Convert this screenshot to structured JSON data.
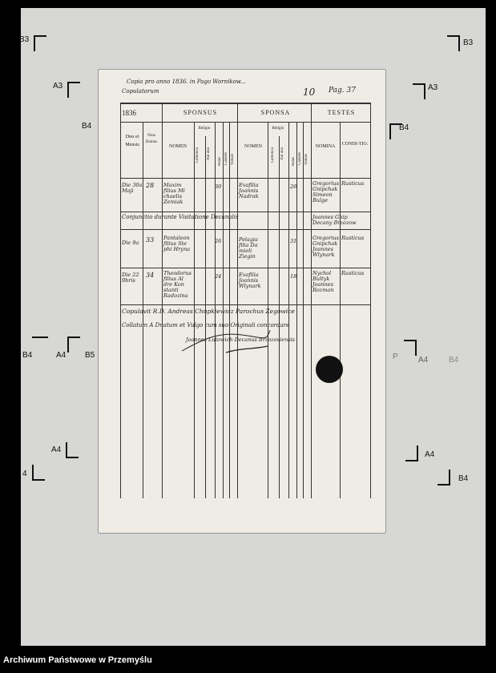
{
  "document": {
    "header_note": "Copia pro anno 1836. in Pago Wornikow...",
    "header_note2": "Copulatorum",
    "page_number": "10",
    "pag_label": "Pag. 37",
    "year": "1836",
    "section_sponsus": "SPONSUS",
    "section_sponsa": "SPONSA",
    "section_testes": "TESTES",
    "col_dies": "Dies et Mensis",
    "col_nrus": "Nrus Domus",
    "col_nomen_sponsus": "NOMEN",
    "col_religio": "Religio",
    "col_catholica": "Catholica",
    "col_aut_alia": "Aut alia",
    "col_aetas": "Aetas",
    "col_caelebs": "Caelebs",
    "col_viduus": "Viduus",
    "col_nomen_sponsa": "NOMEN",
    "col_aut_alia2": "Aut alia",
    "col_nomina": "NOMINA",
    "col_conditio": "CONDI-TIO."
  },
  "records": [
    {
      "dies": "Die 30a Maji",
      "nrus": "28",
      "sponsus": "Maxim filius Mi chaelis Zemiak",
      "aetas_sponsus": "30",
      "sponsa": "Evafilia Joannis Nadrak",
      "aetas_sponsa": "26",
      "testes": "Gregorius Gnipchak Simeon Bulge",
      "conditio": "Rusticus"
    },
    {
      "dies": "",
      "nrus": "",
      "sponsus": "Conjunctio durante Visitatione Decanalis",
      "aetas_sponsus": "",
      "sponsa": "",
      "aetas_sponsa": "",
      "testes": "Joannes Gnip Decany Brzozow",
      "conditio": ""
    },
    {
      "dies": "Die 9a",
      "nrus": "33",
      "sponsus": "Pantaleon filius Ste phi Hryna",
      "aetas_sponsus": "26",
      "sponsa": "Pelagia filia Da mieli Ziegin",
      "aetas_sponsa": "31",
      "testes": "Gregorius Gnipchak Joannes Wlynark",
      "conditio": "Rusticus"
    },
    {
      "dies": "Die 22 9bris",
      "nrus": "34",
      "sponsus": "Theodorus filius Al dre Kon stanti Radozina",
      "aetas_sponsus": "24",
      "sponsa": "Evafilia Joannis Wlynark",
      "aetas_sponsa": "18",
      "testes": "Nychol Bultyk Joannes Rozman",
      "conditio": "Rusticus"
    }
  ],
  "signature": {
    "line1": "Copulavit R.D. Andreas Chupkiewicz Parochus Zegowice",
    "line2": "Collatum A Dnatum et Vulgo cum suo Originali concordare",
    "line3": "Joannes Lutowich Decanus Brzozoviensis"
  },
  "crop_marks": {
    "b3_left": "B3",
    "b3_right": "B3",
    "a3_left": "A3",
    "a3_right": "A3",
    "b4_left_top": "B4",
    "b4_right_top": "B4",
    "b4_left_mid": "B4",
    "a4_left_mid": "A4",
    "b5_left_mid": "B5",
    "p_right_mid": "P",
    "a4_right_mid": "A4",
    "b4_right_mid": "B4",
    "a4_left_low": "A4",
    "a4_right_low": "A4",
    "b4_left_low": "4",
    "b4_right_low": "B4"
  },
  "footer": {
    "archive_name": "Archiwum Państwowe w Przemyślu"
  }
}
